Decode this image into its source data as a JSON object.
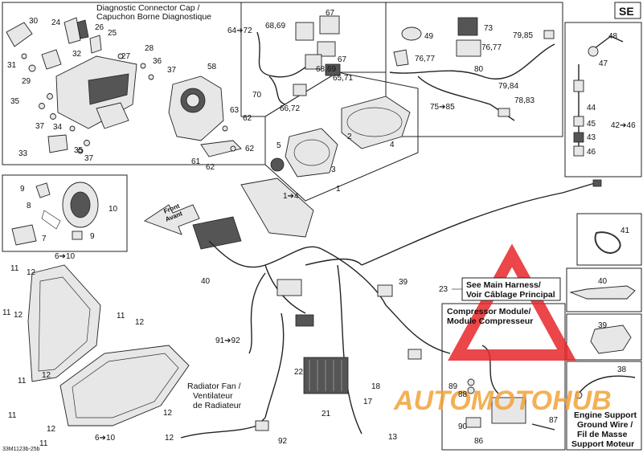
{
  "badge": "SE",
  "figure_code": "33M1123b-25b",
  "watermark": {
    "brand": "AUTOMOTOHUB",
    "accent_color": "#e8262a",
    "text_color": "#f2a33a"
  },
  "notes": {
    "diag_cap_en": "Diagnostic Connector Cap /",
    "diag_cap_fr": "Capuchon Borne Diagnostique",
    "main_harness_en": "See Main Harness/",
    "main_harness_fr": "Voir Câblage Principal",
    "compressor_en": "Compressor Module/",
    "compressor_fr": "Module Compresseur",
    "radiator_1": "Radiator Fan /",
    "radiator_2": "Ventilateur",
    "radiator_3": "de Radiateur",
    "engine_1": "Engine Support",
    "engine_2": "Ground Wire /",
    "engine_3": "Fil de Masse",
    "engine_4": "Support Moteur",
    "front_1": "Front",
    "front_2": "Avant"
  },
  "callouts": {
    "c30": "30",
    "c24": "24",
    "c26": "26",
    "c25": "25",
    "c31": "31",
    "c32": "32",
    "c29": "29",
    "c27": "27",
    "c28": "28",
    "c36": "36",
    "c37a": "37",
    "c35a": "35",
    "c37b": "37",
    "c34": "34",
    "c33": "33",
    "c35b": "35",
    "c37c": "37",
    "c58": "58",
    "c63": "63",
    "c62a": "62",
    "c62b": "62",
    "c61": "61",
    "c62c": "62",
    "c64_72": "64➔72",
    "c68_69a": "68,69",
    "c67a": "67",
    "c67b": "67",
    "c68_69b": "68,69",
    "c65_71": "65,71",
    "c70": "70",
    "c66_72": "66,72",
    "c49": "49",
    "c73": "73",
    "c76_77a": "76,77",
    "c76_77b": "76,77",
    "c80": "80",
    "c79_85": "79,85",
    "c79_84": "79,84",
    "c75_85": "75➔85",
    "c78_83": "78,83",
    "c48": "48",
    "c47": "47",
    "c44": "44",
    "c45": "45",
    "c42_46": "42➔46",
    "c43": "43",
    "c46": "46",
    "c1": "1",
    "c5": "5",
    "c2": "2",
    "c3": "3",
    "c4": "4",
    "c9a": "9",
    "c10": "10",
    "c8": "8",
    "c7": "7",
    "c9b": "9",
    "c1_4": "1➔4",
    "c41": "41",
    "c6_10a": "6➔10",
    "c11a": "11",
    "c12a": "12",
    "c40a": "40",
    "c39a": "39",
    "c23": "23",
    "c11b": "11",
    "c12b": "12",
    "c11c": "11",
    "c12c": "12",
    "c40b": "40",
    "c11d": "11",
    "c12d": "12",
    "c91_92": "91➔92",
    "c22": "22",
    "c21": "21",
    "c39b": "39",
    "c38": "38",
    "c18": "18",
    "c17": "17",
    "c89": "89",
    "c88": "88",
    "c87": "87",
    "c90": "90",
    "c86": "86",
    "c13": "13",
    "c12e": "12",
    "c11e": "11",
    "c12f": "12",
    "c11f": "11",
    "c12g": "12",
    "c6_10b": "6➔10",
    "c92": "92"
  }
}
